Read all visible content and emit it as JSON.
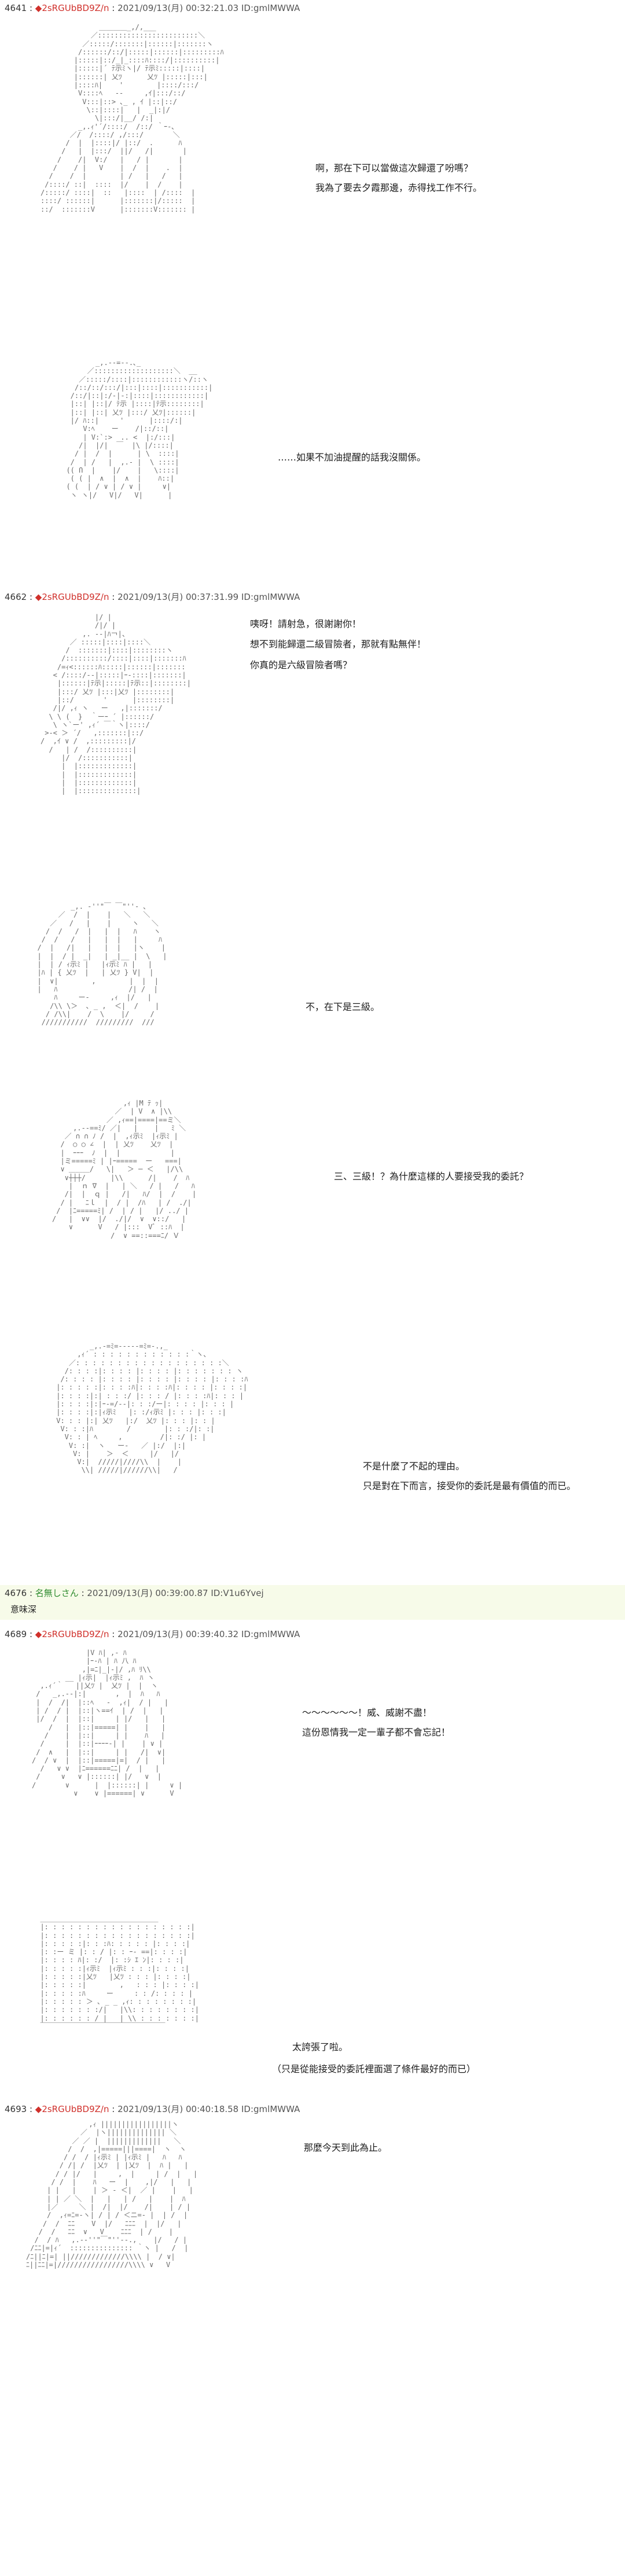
{
  "posts": [
    {
      "number": "4641",
      "name_mark": "◆",
      "name": "2sRGUbBD9Z/n",
      "datetime": "2021/09/13(月) 00:32:21.03",
      "id": "ID:gmlMWWA",
      "lines": [
        "啊，那在下可以當做這次歸還了吩嗎？",
        "我為了要去夕霞那邊，赤得找工作不行。",
        "……如果不加油提醒的話我沒關係。"
      ]
    },
    {
      "number": "4662",
      "name_mark": "◆",
      "name": "2sRGUbBD9Z/n",
      "datetime": "2021/09/13(月) 00:37:31.99",
      "id": "ID:gmlMWWA",
      "lines": [
        "咦呀！請射急，很謝謝你！",
        "想不到能歸還二級冒險者，那就有點無伴！",
        "你真的是六級冒險者嗎？",
        "不，在下是三級。",
        "三、三級！？為什麼這樣的人要接受我的委託？",
        "不是什麼了不起的理由。",
        "只是對在下而言，接受你的委託是最有價值的而已。"
      ]
    },
    {
      "number": "4676",
      "name": "名無しさん",
      "datetime": "2021/09/13(月) 00:39:00.87",
      "id": "ID:V1u6Yvej",
      "lines": [
        "意味深"
      ]
    },
    {
      "number": "4689",
      "name_mark": "◆",
      "name": "2sRGUbBD9Z/n",
      "datetime": "2021/09/13(月) 00:39:40.32",
      "id": "ID:gmlMWWA",
      "lines": [
        "～～～～～～！威、威謝不盡！",
        "這份恩情我一定一輩子都不會忘記！",
        "太誇張了啦。",
        "（只是從能接受的委託裡面選了條件最好的而已）"
      ]
    },
    {
      "number": "4693",
      "name_mark": "◆",
      "name": "2sRGUbBD9Z/n",
      "datetime": "2021/09/13(月) 00:40:18.58",
      "id": "ID:gmlMWWA",
      "lines": [
        "那麼今天到此為止。"
      ]
    }
  ],
  "separator": " : ",
  "colors": {
    "trip_red": "#d0302b",
    "anon_green": "#2e8b2e",
    "reply_highlight": "#f7fbe9"
  }
}
